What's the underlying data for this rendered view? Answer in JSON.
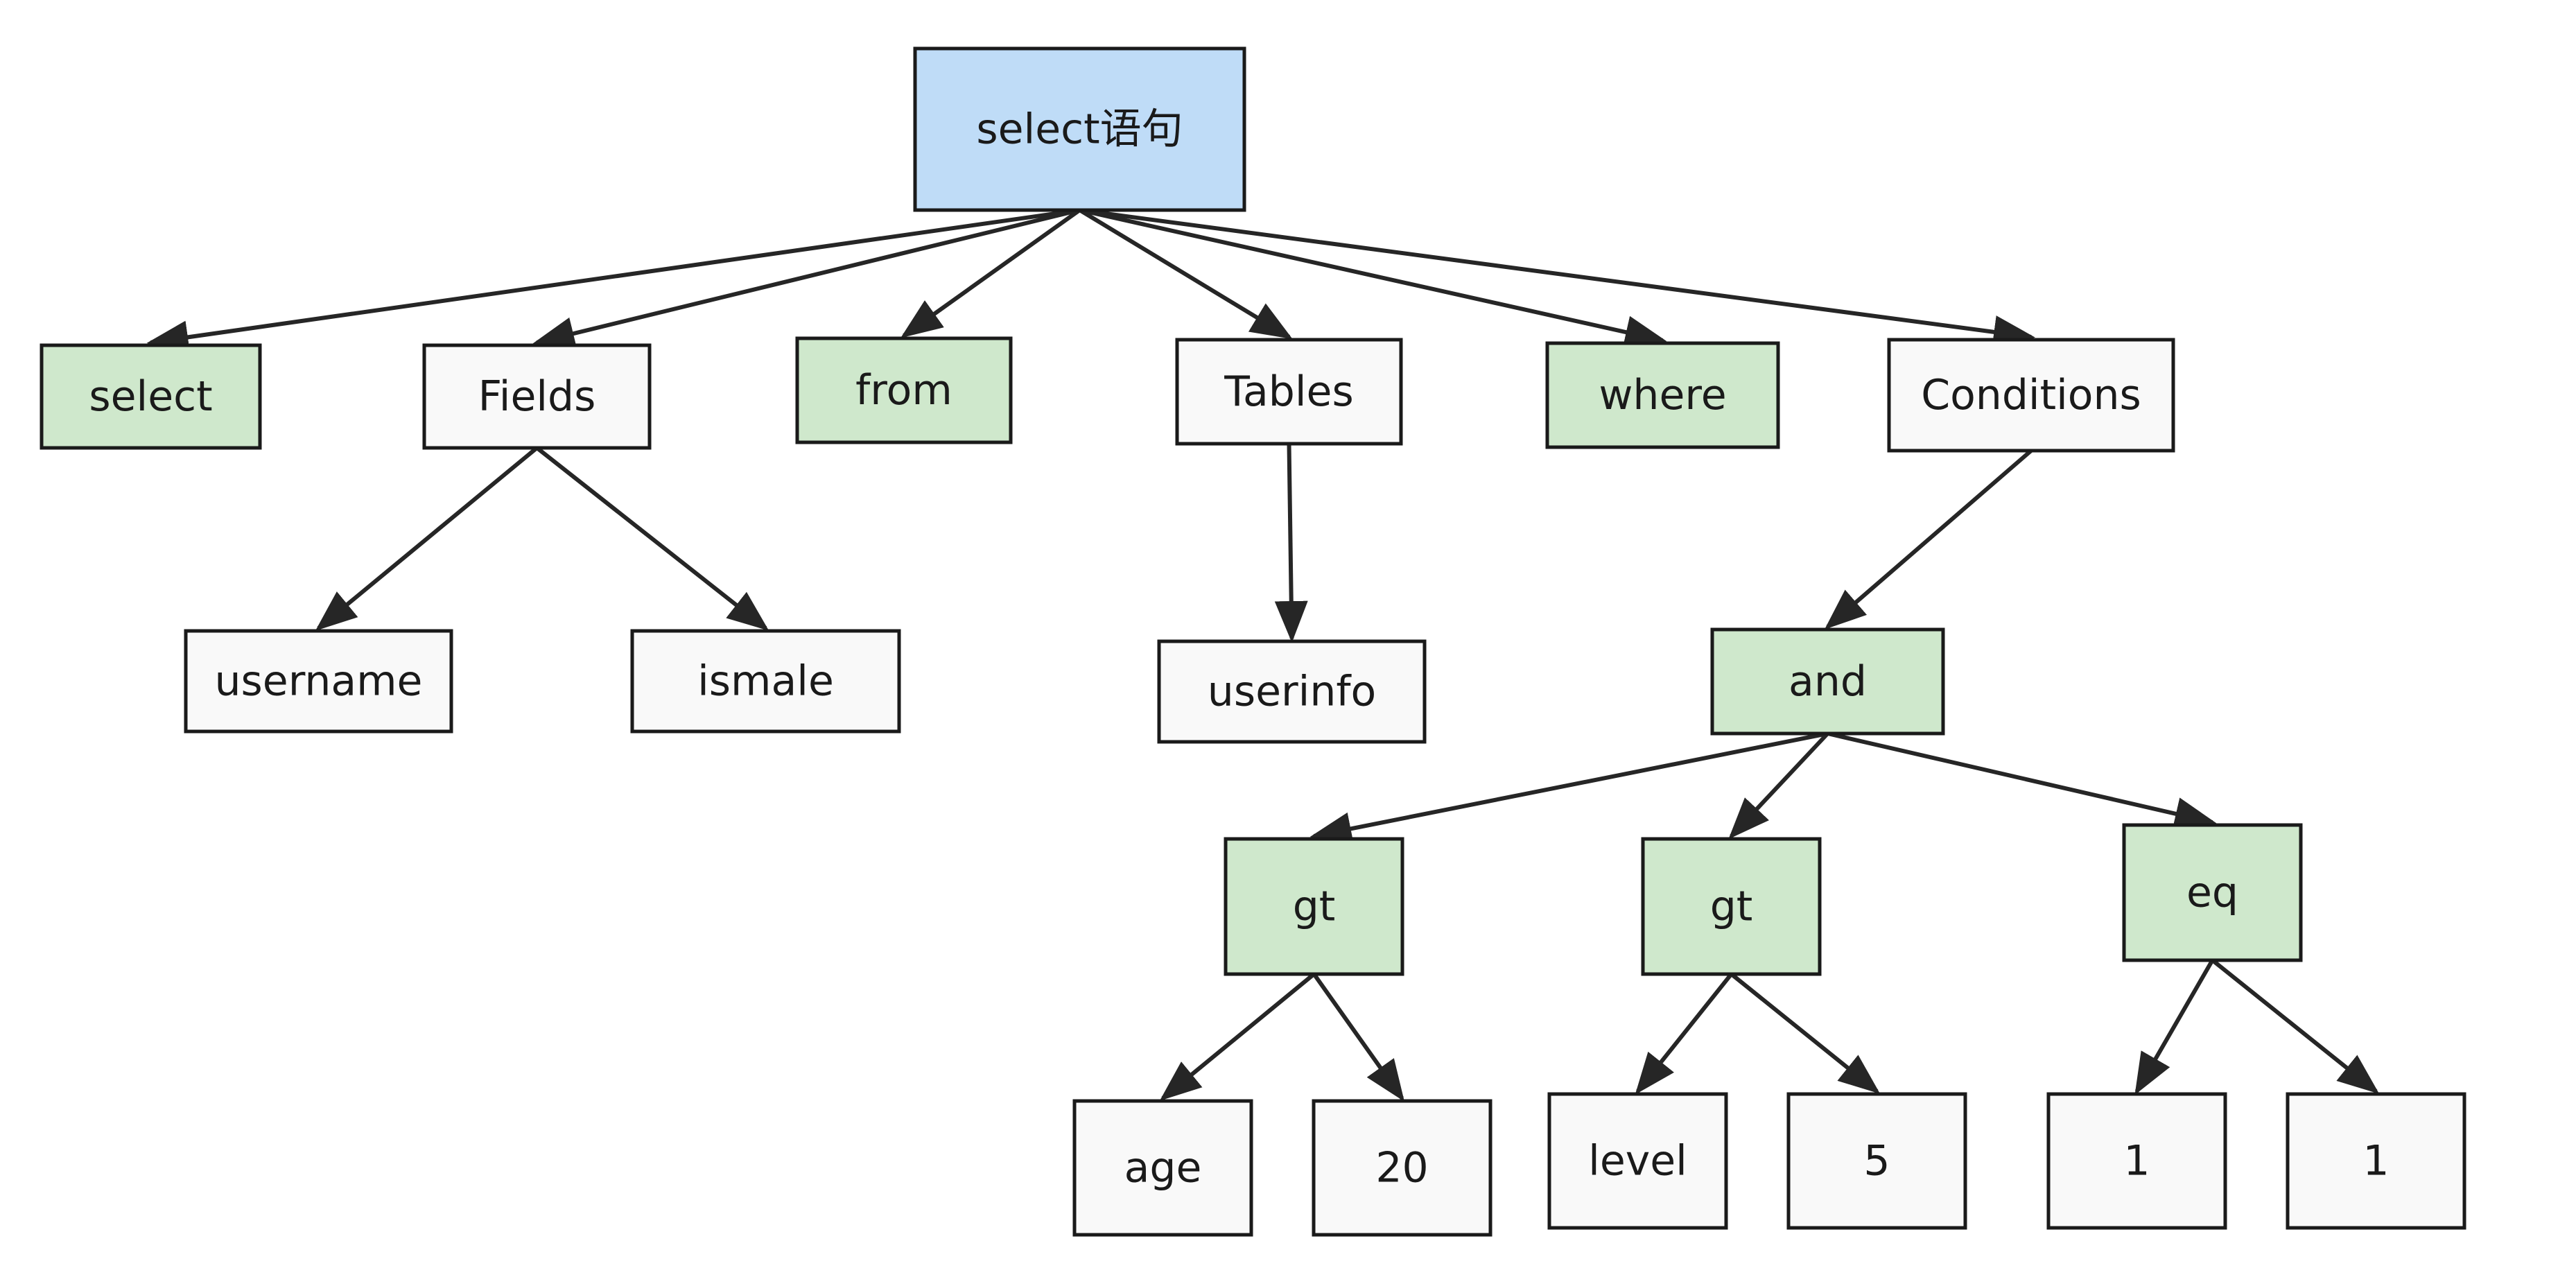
{
  "colors": {
    "root_fill": "#bfdcf7",
    "keyword_fill": "#cfe8cc",
    "plain_fill": "#f9f9f9",
    "stroke": "#1a1a1a",
    "edge": "#262626"
  },
  "nodes": [
    {
      "id": "root",
      "label": "select语句",
      "kind": "root"
    },
    {
      "id": "select",
      "label": "select",
      "kind": "keyword"
    },
    {
      "id": "fields",
      "label": "Fields",
      "kind": "plain"
    },
    {
      "id": "from",
      "label": "from",
      "kind": "keyword"
    },
    {
      "id": "tables",
      "label": "Tables",
      "kind": "plain"
    },
    {
      "id": "where",
      "label": "where",
      "kind": "keyword"
    },
    {
      "id": "conditions",
      "label": "Conditions",
      "kind": "plain"
    },
    {
      "id": "username",
      "label": "username",
      "kind": "plain"
    },
    {
      "id": "ismale",
      "label": "ismale",
      "kind": "plain"
    },
    {
      "id": "userinfo",
      "label": "userinfo",
      "kind": "plain"
    },
    {
      "id": "and",
      "label": "and",
      "kind": "keyword"
    },
    {
      "id": "gt1",
      "label": "gt",
      "kind": "keyword"
    },
    {
      "id": "gt2",
      "label": "gt",
      "kind": "keyword"
    },
    {
      "id": "eq",
      "label": "eq",
      "kind": "keyword"
    },
    {
      "id": "age",
      "label": "age",
      "kind": "plain"
    },
    {
      "id": "v20",
      "label": "20",
      "kind": "plain"
    },
    {
      "id": "level",
      "label": "level",
      "kind": "plain"
    },
    {
      "id": "v5",
      "label": "5",
      "kind": "plain"
    },
    {
      "id": "one_a",
      "label": "1",
      "kind": "plain"
    },
    {
      "id": "one_b",
      "label": "1",
      "kind": "plain"
    }
  ],
  "edges": [
    [
      "root",
      "select"
    ],
    [
      "root",
      "fields"
    ],
    [
      "root",
      "from"
    ],
    [
      "root",
      "tables"
    ],
    [
      "root",
      "where"
    ],
    [
      "root",
      "conditions"
    ],
    [
      "fields",
      "username"
    ],
    [
      "fields",
      "ismale"
    ],
    [
      "tables",
      "userinfo"
    ],
    [
      "conditions",
      "and"
    ],
    [
      "and",
      "gt1"
    ],
    [
      "and",
      "gt2"
    ],
    [
      "and",
      "eq"
    ],
    [
      "gt1",
      "age"
    ],
    [
      "gt1",
      "v20"
    ],
    [
      "gt2",
      "level"
    ],
    [
      "gt2",
      "v5"
    ],
    [
      "eq",
      "one_a"
    ],
    [
      "eq",
      "one_b"
    ]
  ]
}
